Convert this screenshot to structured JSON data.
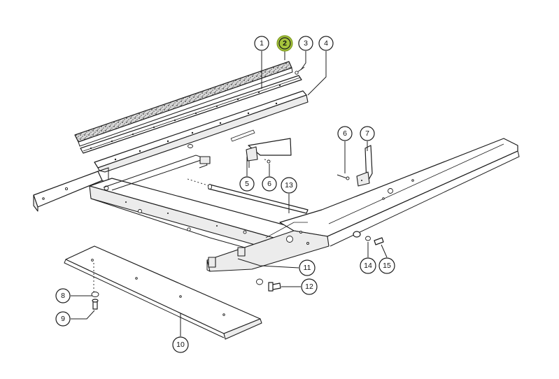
{
  "diagram": {
    "highlight_color": "#a6c43c",
    "line_color": "#1c1c1c",
    "callouts": [
      {
        "id": "c1",
        "label": "1",
        "highlighted": false
      },
      {
        "id": "c2",
        "label": "2",
        "highlighted": true
      },
      {
        "id": "c3",
        "label": "3",
        "highlighted": false
      },
      {
        "id": "c4",
        "label": "4",
        "highlighted": false
      },
      {
        "id": "c5",
        "label": "5",
        "highlighted": false
      },
      {
        "id": "c6a",
        "label": "6",
        "highlighted": false
      },
      {
        "id": "c6b",
        "label": "6",
        "highlighted": false
      },
      {
        "id": "c7",
        "label": "7",
        "highlighted": false
      },
      {
        "id": "c8",
        "label": "8",
        "highlighted": false
      },
      {
        "id": "c9",
        "label": "9",
        "highlighted": false
      },
      {
        "id": "c10",
        "label": "10",
        "highlighted": false
      },
      {
        "id": "c11",
        "label": "11",
        "highlighted": false
      },
      {
        "id": "c12",
        "label": "12",
        "highlighted": false
      },
      {
        "id": "c13",
        "label": "13",
        "highlighted": false
      },
      {
        "id": "c14",
        "label": "14",
        "highlighted": false
      },
      {
        "id": "c15",
        "label": "15",
        "highlighted": false
      }
    ]
  }
}
